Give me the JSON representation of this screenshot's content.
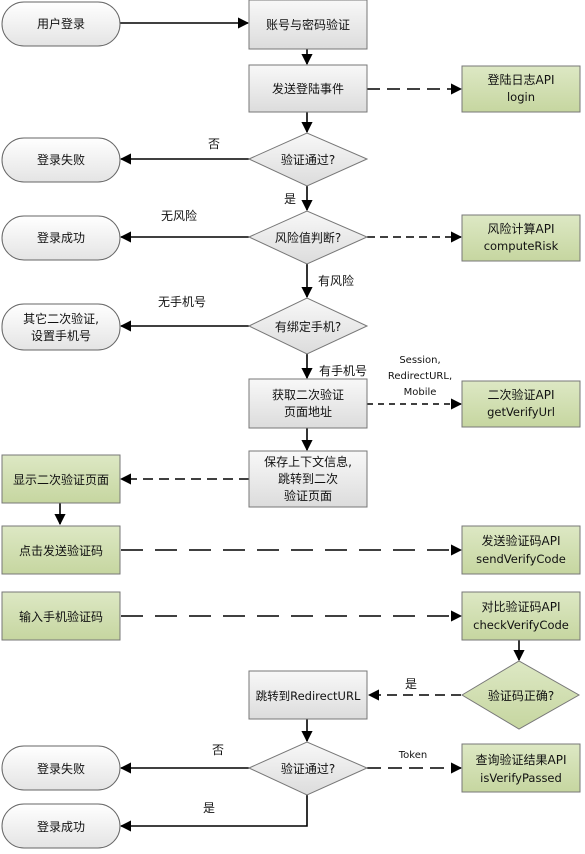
{
  "nodes": {
    "user_login": "用户登录",
    "account_verify": "账号与密码验证",
    "send_login_event": "发送登陆事件",
    "login_log_api": [
      "登陆日志API",
      "login"
    ],
    "verify_pass_1": "验证通过?",
    "login_fail_1": "登录失败",
    "risk_judge": "风险值判断?",
    "login_success_1": "登录成功",
    "risk_api": [
      "风险计算API",
      "computeRisk"
    ],
    "bound_phone": "有绑定手机?",
    "other_verify": [
      "其它二次验证,",
      "设置手机号"
    ],
    "get_verify_url": [
      "获取二次验证",
      "页面地址"
    ],
    "verify_url_api": [
      "二次验证API",
      "getVerifyUrl"
    ],
    "save_context": [
      "保存上下文信息,",
      "跳转到二次",
      "验证页面"
    ],
    "show_verify_page": "显示二次验证页面",
    "click_send_code": "点击发送验证码",
    "send_code_api": [
      "发送验证码API",
      "sendVerifyCode"
    ],
    "input_code": "输入手机验证码",
    "check_code_api": [
      "对比验证码API",
      "checkVerifyCode"
    ],
    "code_correct": "验证码正确?",
    "redirect": "跳转到RedirectURL",
    "verify_pass_2": "验证通过?",
    "query_api": [
      "查询验证结果API",
      "isVerifyPassed"
    ],
    "login_fail_2": "登录失败",
    "login_success_2": "登录成功"
  },
  "labels": {
    "no_1": "否",
    "yes_1": "是",
    "no_risk": "无风险",
    "has_risk": "有风险",
    "no_phone": "无手机号",
    "has_phone": "有手机号",
    "params": [
      "Session,",
      "RedirectURL,",
      "Mobile"
    ],
    "yes_code": "是",
    "token": "Token",
    "no_2": "否",
    "yes_2": "是"
  },
  "colors": {
    "process_fill": "#e8e8e8",
    "api_fill": "#d3e0b0",
    "terminal_fill": "#eeeeee",
    "stroke": "#666666",
    "line": "#000000"
  }
}
